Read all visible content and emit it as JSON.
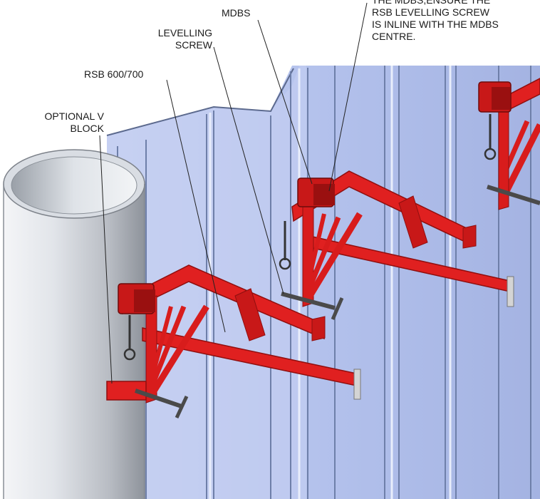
{
  "callouts": {
    "note": "THE MDBS,ENSURE THE\nRSB LEVELLING SCREW\nIS INLINE WITH THE MDBS\nCENTRE.",
    "mdbs": "MDBS",
    "levelling_screw": "LEVELLING\nSCREW",
    "rsb": "RSB 600/700",
    "v_block": "OPTIONAL V\nBLOCK"
  },
  "colors": {
    "bracket_red": "#dd1c1c",
    "bracket_dark": "#8f0f0f",
    "pile_light": "#eef0f3",
    "pile_dark": "#8e939b",
    "sheet_blue": "#b9c6ee",
    "sheet_dark": "#6e7fa9",
    "leader": "#222222"
  }
}
